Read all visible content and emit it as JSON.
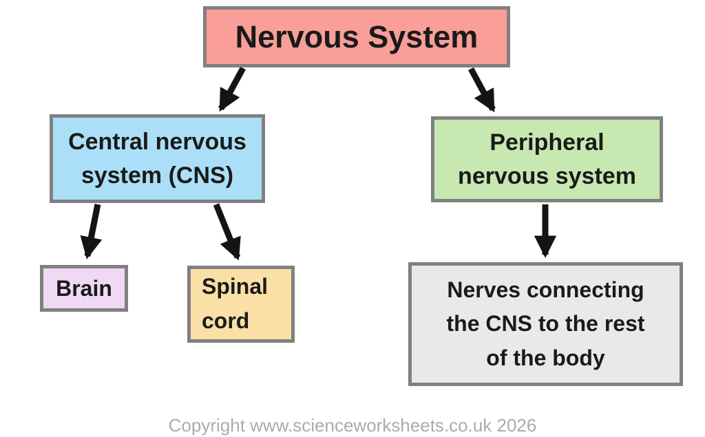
{
  "page": {
    "background": "#FFFFFF",
    "border_color": "#808080",
    "arrow_color": "#141414",
    "text_color": "#1A1A1A"
  },
  "diagram": {
    "type": "flowchart",
    "nodes": {
      "root": {
        "label": "Nervous System",
        "fill": "#F99E98"
      },
      "cns": {
        "label": "Central nervous\nsystem (CNS)",
        "fill": "#ABDFF7"
      },
      "pns": {
        "label": "Peripheral\nnervous system",
        "fill": "#C7E8B0"
      },
      "brain": {
        "label": "Brain",
        "fill": "#F0D9F5"
      },
      "spinal": {
        "label": "Spinal\ncord",
        "fill": "#FADFA6"
      },
      "nerves": {
        "label": "Nerves connecting\nthe CNS to the rest\nof the body",
        "fill": "#E9E9E9"
      }
    },
    "edges": [
      {
        "from": "root",
        "to": "cns"
      },
      {
        "from": "root",
        "to": "pns"
      },
      {
        "from": "cns",
        "to": "brain"
      },
      {
        "from": "cns",
        "to": "spinal"
      },
      {
        "from": "pns",
        "to": "nerves"
      }
    ]
  },
  "footer": {
    "copyright": "Copyright www.scienceworksheets.co.uk 2026"
  }
}
